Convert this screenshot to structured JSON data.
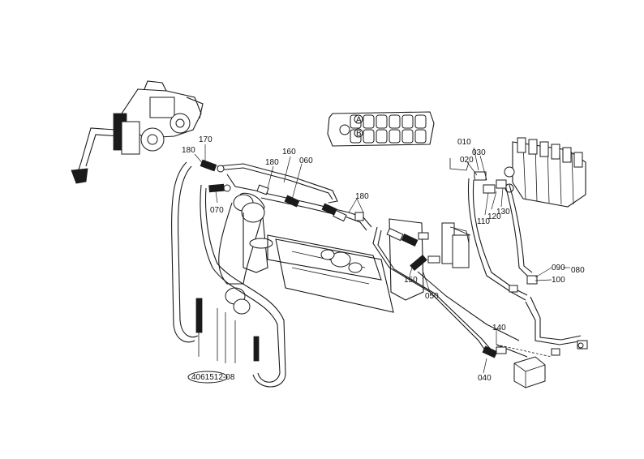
{
  "callouts": {
    "c010": "010",
    "c020": "020",
    "c030": "030",
    "c040": "040",
    "c050": "050",
    "c060": "060",
    "c070": "070",
    "c080": "080",
    "c090": "090",
    "c100": "100",
    "c110": "110",
    "c120": "120",
    "c130": "130",
    "c140": "140",
    "c150": "150",
    "c160": "160",
    "c170": "170",
    "c180a": "180",
    "c180b": "180",
    "c180c": "180"
  },
  "valve_block": {
    "marker_a": "A",
    "marker_b": "B"
  },
  "drawing_code": "4061512-08"
}
